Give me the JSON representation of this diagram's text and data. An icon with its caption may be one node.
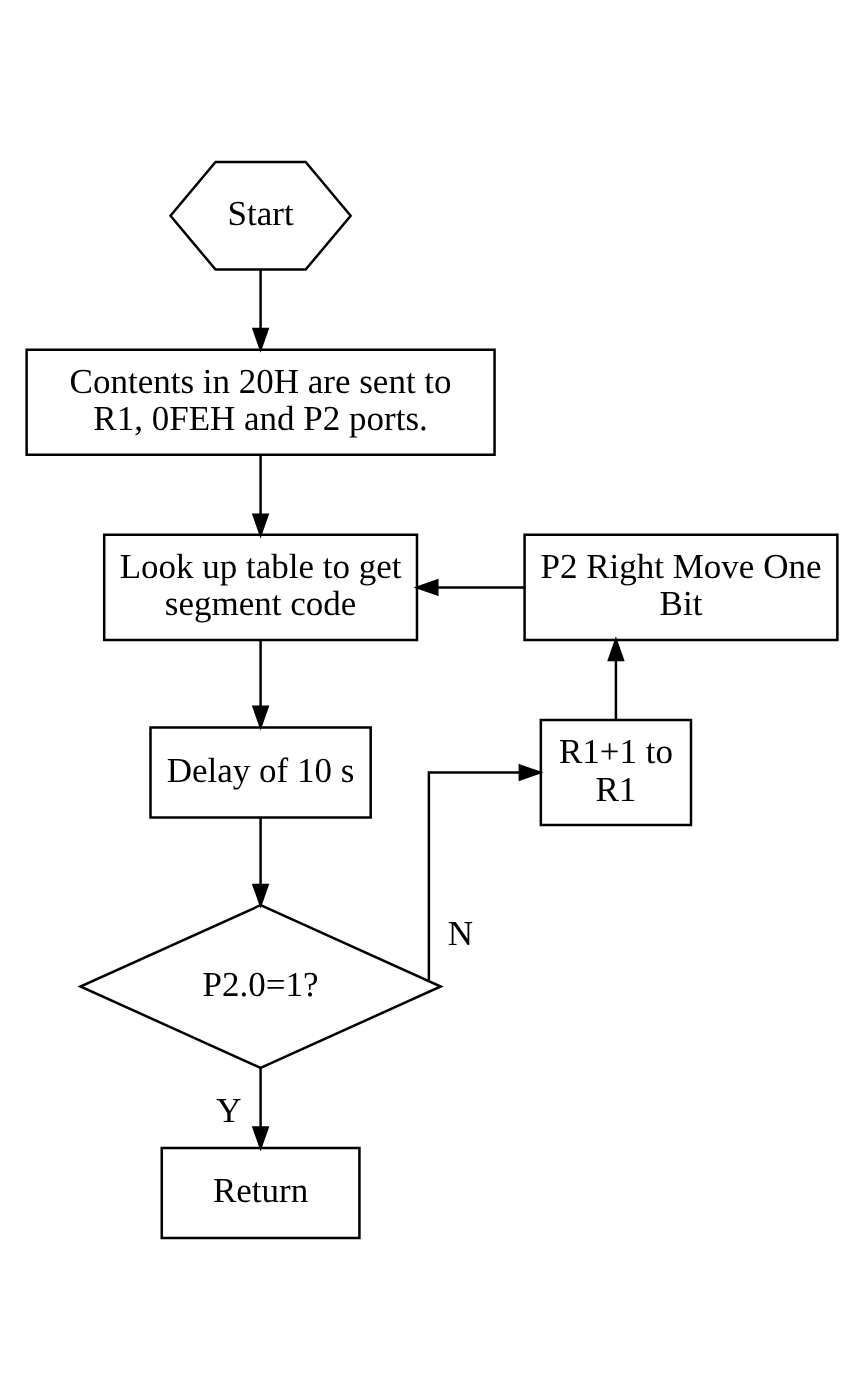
{
  "diagram": {
    "nodes": [
      {
        "text": [
          "Start"
        ]
      },
      {
        "text": [
          "Contents in 20H are sent to R1, 0FEH and P2 ports."
        ]
      },
      {
        "text": [
          "Look up table to get segment code"
        ]
      },
      {
        "text": [
          "Delay of 10 s"
        ]
      },
      {
        "text": [
          "P2.0=1?"
        ]
      },
      {
        "text": [
          "Return"
        ]
      },
      {
        "text": [
          "R1+1 to R1"
        ]
      },
      {
        "text": [
          "P2 Right Move One Bit"
        ]
      }
    ],
    "edges": [
      {
        "from": 0,
        "to": 1,
        "arrow": "to"
      },
      {
        "from": 1,
        "to": 2,
        "arrow": "to"
      },
      {
        "from": 2,
        "to": 3,
        "arrow": "to"
      },
      {
        "from": 3,
        "to": 4,
        "arrow": "to"
      },
      {
        "from": 4,
        "to": 5,
        "arrow": "to",
        "label": "Y"
      },
      {
        "from": 4,
        "to": 6,
        "arrow": "to",
        "label": "N"
      },
      {
        "from": 6,
        "to": 7,
        "arrow": "to"
      },
      {
        "from": 7,
        "to": 2,
        "arrow": "to"
      }
    ]
  }
}
